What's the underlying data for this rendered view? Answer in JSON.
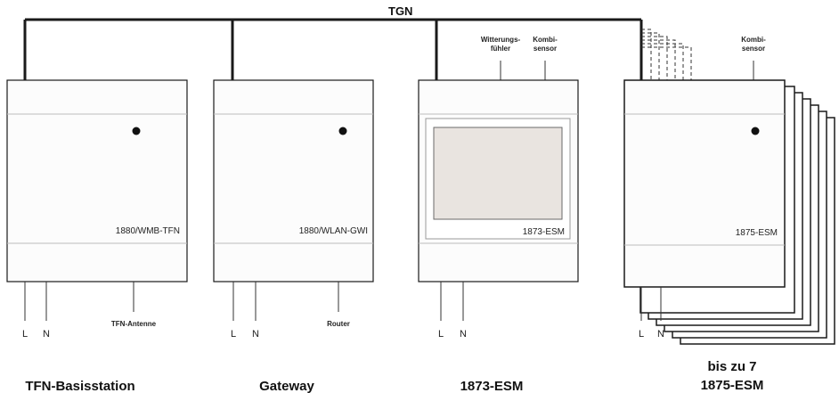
{
  "bus": {
    "label": "TGN"
  },
  "devices": [
    {
      "label": "1880/WMB-TFN",
      "pins": [
        "L",
        "N"
      ],
      "extra": "TFN-Antenne",
      "caption": "TFN-Basisstation"
    },
    {
      "label": "1880/WLAN-GWI",
      "pins": [
        "L",
        "N"
      ],
      "extra": "Router",
      "caption": "Gateway"
    },
    {
      "label": "1873-ESM",
      "pins": [
        "L",
        "N"
      ],
      "sensors": [
        [
          "Witterungs-",
          "fühler"
        ],
        [
          "Kombi-",
          "sensor"
        ]
      ],
      "caption": "1873-ESM"
    },
    {
      "label": "1875-ESM",
      "pins": [
        "L",
        "N"
      ],
      "sensors": [
        [
          "Kombi-",
          "sensor"
        ]
      ],
      "caption_lines": [
        "bis zu 7",
        "1875-ESM"
      ]
    }
  ],
  "colors": {
    "line": "#1a1a1a",
    "box_fill": "#fcfcfc",
    "divider": "#bdbdbd",
    "display_fill": "#e9e4e0",
    "display_border": "#6a6a6a"
  }
}
